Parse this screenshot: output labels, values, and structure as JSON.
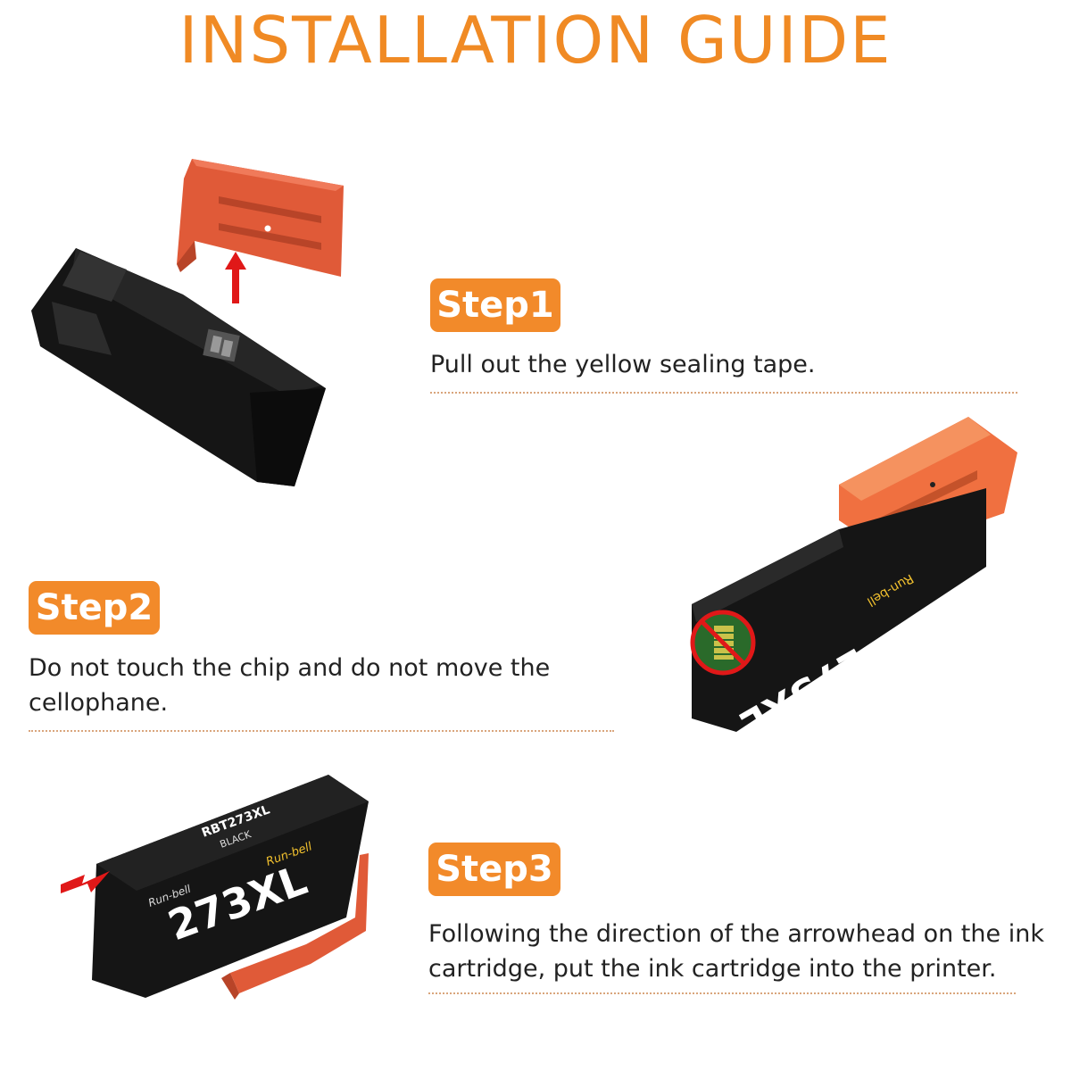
{
  "title": "INSTALLATION GUIDE",
  "steps": [
    {
      "label": "Step1",
      "text": "Pull out the yellow sealing tape."
    },
    {
      "label": "Step2",
      "text": "Do not touch the chip and do not move the cellophane."
    },
    {
      "label": "Step3",
      "text": "Following the direction of the arrowhead on the ink cartridge, put the ink cartridge into the printer."
    }
  ],
  "cartridge": {
    "model_big": "273XL",
    "code": "RBT273XL",
    "color_name": "BLACK",
    "brand": "Run-bell"
  },
  "colors": {
    "accent": "#f28a2a",
    "title": "#f08a24",
    "clip": "#e05a38",
    "arrow": "#e01818",
    "cartridge": "#151515"
  }
}
